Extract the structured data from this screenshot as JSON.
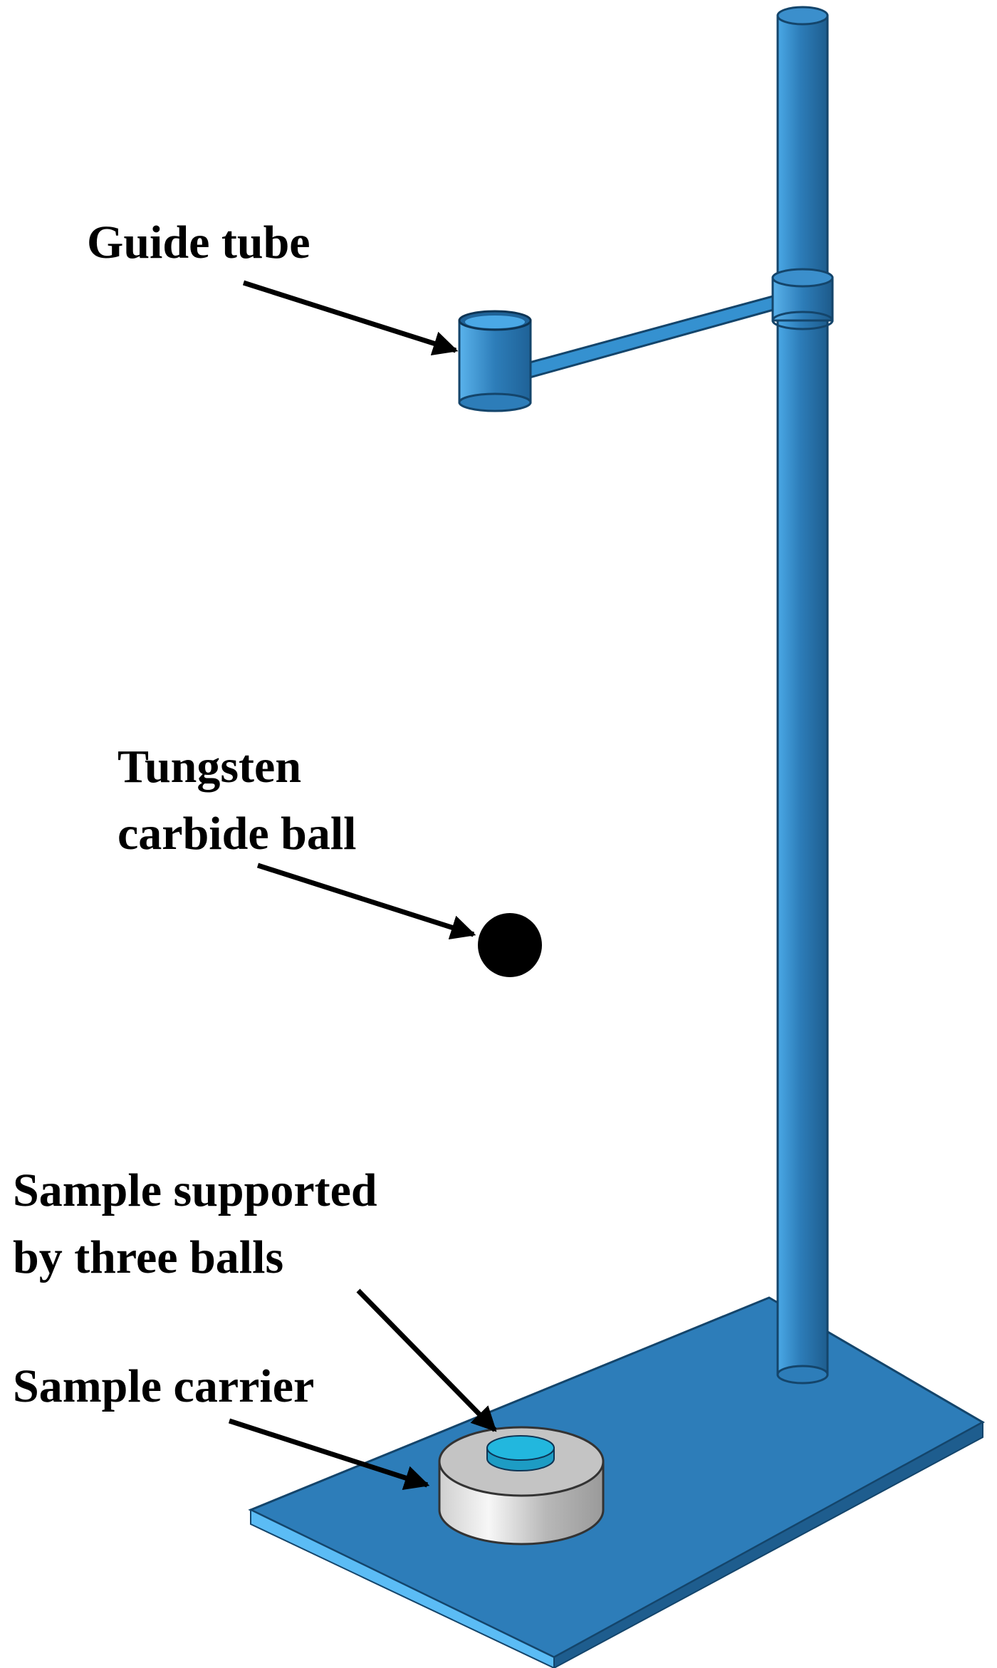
{
  "labels": {
    "guide_tube": [
      "Guide tube"
    ],
    "ball": [
      "Tungsten",
      "carbide ball"
    ],
    "sample": [
      "Sample supported",
      "by three balls"
    ],
    "carrier": [
      "Sample carrier"
    ]
  },
  "colors": {
    "steel_blue": "#2d7db9",
    "steel_blue_light": "#4aa8e6",
    "steel_blue_dark": "#1e5d8e",
    "plate_edge": "#5bbcf5",
    "carrier_gray": "#bdbdbd",
    "carrier_light": "#f2f2f2",
    "sample_cyan": "#22b7de",
    "ball_black": "#000000"
  }
}
